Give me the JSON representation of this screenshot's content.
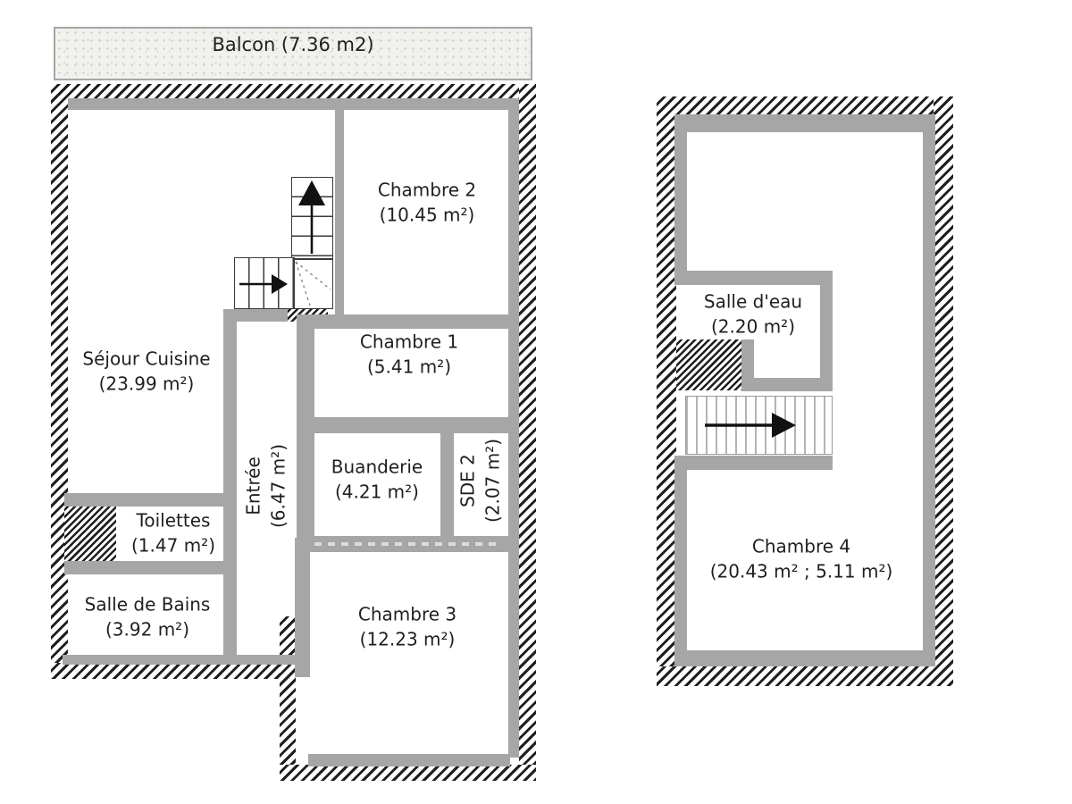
{
  "colors": {
    "wall_gray": "#a6a6a6",
    "hatch_line": "#1f1f1f",
    "text": "#1f1f1f",
    "balcony_fill": "#f1f1ee",
    "balcony_speckle": "#c9c9c1",
    "balcony_border": "#a6a6a6",
    "arrow_black": "#111111"
  },
  "floor1": {
    "balcony": {
      "label": "Balcon (7.36 m2)"
    },
    "rooms": {
      "sejour_cuisine": {
        "name": "Séjour Cuisine",
        "area": "(23.99 m²)"
      },
      "chambre2": {
        "name": "Chambre 2",
        "area": "(10.45 m²)"
      },
      "chambre1": {
        "name": "Chambre 1",
        "area": "(5.41 m²)"
      },
      "entree": {
        "name": "Entrée",
        "area": "(6.47 m²)"
      },
      "buanderie": {
        "name": "Buanderie",
        "area": "(4.21 m²)"
      },
      "sde2": {
        "name": "SDE 2",
        "area": "(2.07 m²)"
      },
      "toilettes": {
        "name": "Toilettes",
        "area": "(1.47 m²)"
      },
      "salle_de_bains": {
        "name": "Salle de Bains",
        "area": "(3.92 m²)"
      },
      "chambre3": {
        "name": "Chambre 3",
        "area": "(12.23 m²)"
      }
    },
    "stairs": {
      "up_icon": "arrow-up",
      "right_icon": "arrow-right",
      "turn_icon": "dashed-winder-lines"
    }
  },
  "floor2": {
    "rooms": {
      "salle_deau": {
        "name": "Salle d'eau",
        "area": "(2.20 m²)"
      },
      "chambre4": {
        "name": "Chambre 4",
        "area": "(20.43 m² ; 5.11 m²)"
      }
    },
    "stairs": {
      "right_icon": "arrow-right"
    }
  }
}
